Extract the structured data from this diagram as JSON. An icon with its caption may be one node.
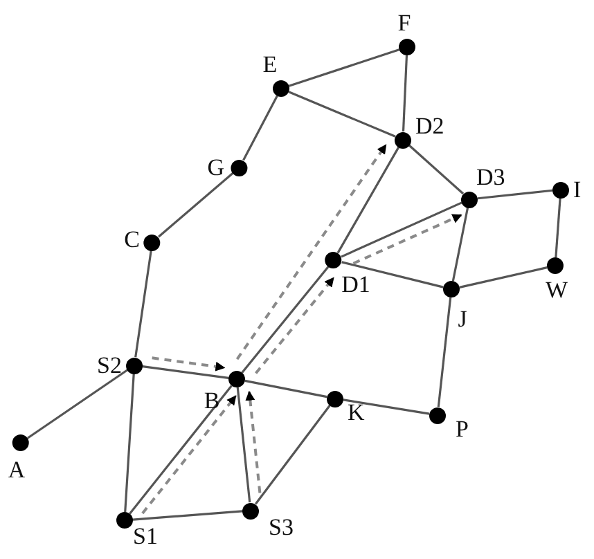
{
  "diagram": {
    "nodes": [
      {
        "text": [
          "F"
        ]
      },
      {
        "text": [
          "E"
        ]
      },
      {
        "text": [
          "D2"
        ]
      },
      {
        "text": [
          "G"
        ]
      },
      {
        "text": [
          "D3"
        ]
      },
      {
        "text": [
          "I"
        ]
      },
      {
        "text": [
          "C"
        ]
      },
      {
        "text": [
          "D1"
        ]
      },
      {
        "text": [
          "J"
        ]
      },
      {
        "text": [
          "W"
        ]
      },
      {
        "text": [
          "S2"
        ]
      },
      {
        "text": [
          "B"
        ]
      },
      {
        "text": [
          "K"
        ]
      },
      {
        "text": [
          "P"
        ]
      },
      {
        "text": [
          "A"
        ]
      },
      {
        "text": [
          "S1"
        ]
      },
      {
        "text": [
          "S3"
        ]
      }
    ],
    "edges": [
      {
        "from": 0,
        "to": 1,
        "arrow": "none"
      },
      {
        "from": 0,
        "to": 2,
        "arrow": "none"
      },
      {
        "from": 1,
        "to": 2,
        "arrow": "none"
      },
      {
        "from": 1,
        "to": 3,
        "arrow": "none"
      },
      {
        "from": 3,
        "to": 6,
        "arrow": "none"
      },
      {
        "from": 6,
        "to": 10,
        "arrow": "none"
      },
      {
        "from": 10,
        "to": 14,
        "arrow": "none"
      },
      {
        "from": 10,
        "to": 15,
        "arrow": "none"
      },
      {
        "from": 10,
        "to": 11,
        "arrow": "none"
      },
      {
        "from": 11,
        "to": 12,
        "arrow": "none"
      },
      {
        "from": 12,
        "to": 13,
        "arrow": "none"
      },
      {
        "from": 15,
        "to": 11,
        "arrow": "none"
      },
      {
        "from": 11,
        "to": 7,
        "arrow": "none"
      },
      {
        "from": 7,
        "to": 2,
        "arrow": "none"
      },
      {
        "from": 11,
        "to": 16,
        "arrow": "none"
      },
      {
        "from": 15,
        "to": 16,
        "arrow": "none"
      },
      {
        "from": 16,
        "to": 12,
        "arrow": "none"
      },
      {
        "from": 7,
        "to": 4,
        "arrow": "none"
      },
      {
        "from": 7,
        "to": 8,
        "arrow": "none"
      },
      {
        "from": 2,
        "to": 4,
        "arrow": "none"
      },
      {
        "from": 4,
        "to": 5,
        "arrow": "none"
      },
      {
        "from": 4,
        "to": 8,
        "arrow": "none"
      },
      {
        "from": 8,
        "to": 13,
        "arrow": "none"
      },
      {
        "from": 8,
        "to": 9,
        "arrow": "none"
      },
      {
        "from": 9,
        "to": 5,
        "arrow": "none"
      },
      {
        "from": 10,
        "to": 11,
        "arrow": "to",
        "style": "dashed",
        "color": "#8a8a8a"
      },
      {
        "from": 15,
        "to": 11,
        "arrow": "to",
        "style": "dashed",
        "color": "#8a8a8a"
      },
      {
        "from": 16,
        "to": 11,
        "arrow": "to",
        "style": "dashed",
        "color": "#8a8a8a"
      },
      {
        "from": 11,
        "to": 2,
        "arrow": "to",
        "style": "dashed",
        "color": "#8a8a8a"
      },
      {
        "from": 11,
        "to": 7,
        "arrow": "to",
        "style": "dashed",
        "color": "#8a8a8a"
      },
      {
        "from": 7,
        "to": 4,
        "arrow": "to",
        "style": "dashed",
        "color": "#8a8a8a"
      }
    ]
  }
}
